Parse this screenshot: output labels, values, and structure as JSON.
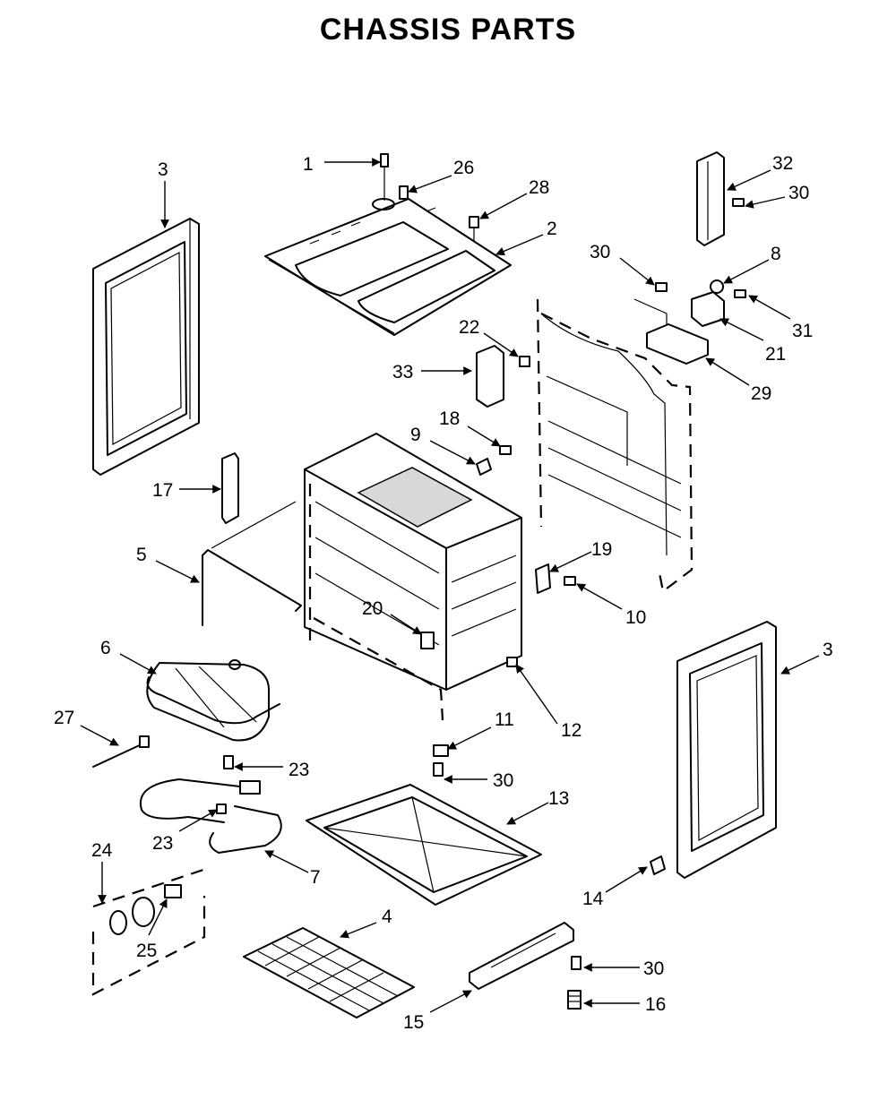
{
  "title": "CHASSIS PARTS",
  "callouts": [
    {
      "id": "c1",
      "label": "1"
    },
    {
      "id": "c26",
      "label": "26"
    },
    {
      "id": "c28",
      "label": "28"
    },
    {
      "id": "c2",
      "label": "2"
    },
    {
      "id": "c3a",
      "label": "3"
    },
    {
      "id": "c32",
      "label": "32"
    },
    {
      "id": "c30a",
      "label": "30"
    },
    {
      "id": "c30b",
      "label": "30"
    },
    {
      "id": "c8",
      "label": "8"
    },
    {
      "id": "c31",
      "label": "31"
    },
    {
      "id": "c21",
      "label": "21"
    },
    {
      "id": "c29",
      "label": "29"
    },
    {
      "id": "c22",
      "label": "22"
    },
    {
      "id": "c33",
      "label": "33"
    },
    {
      "id": "c18",
      "label": "18"
    },
    {
      "id": "c9",
      "label": "9"
    },
    {
      "id": "c17",
      "label": "17"
    },
    {
      "id": "c5",
      "label": "5"
    },
    {
      "id": "c19",
      "label": "19"
    },
    {
      "id": "c10",
      "label": "10"
    },
    {
      "id": "c20",
      "label": "20"
    },
    {
      "id": "c6",
      "label": "6"
    },
    {
      "id": "c3b",
      "label": "3"
    },
    {
      "id": "c27",
      "label": "27"
    },
    {
      "id": "c11",
      "label": "11"
    },
    {
      "id": "c12",
      "label": "12"
    },
    {
      "id": "c23a",
      "label": "23"
    },
    {
      "id": "c30c",
      "label": "30"
    },
    {
      "id": "c13",
      "label": "13"
    },
    {
      "id": "c23b",
      "label": "23"
    },
    {
      "id": "c7",
      "label": "7"
    },
    {
      "id": "c24",
      "label": "24"
    },
    {
      "id": "c14",
      "label": "14"
    },
    {
      "id": "c4",
      "label": "4"
    },
    {
      "id": "c25",
      "label": "25"
    },
    {
      "id": "c30d",
      "label": "30"
    },
    {
      "id": "c16",
      "label": "16"
    },
    {
      "id": "c15",
      "label": "15"
    }
  ]
}
